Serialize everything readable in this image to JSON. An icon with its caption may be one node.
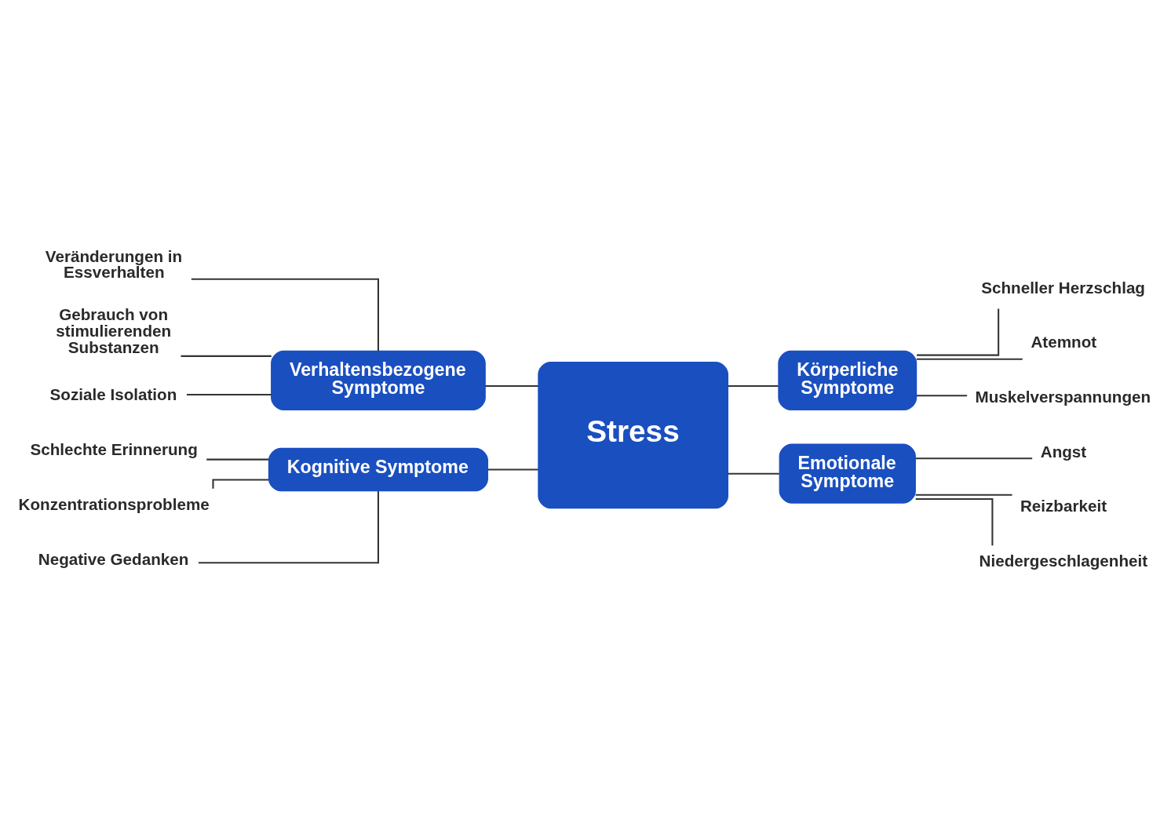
{
  "diagram": {
    "nodes": [
      {
        "text": [
          "Stress"
        ]
      },
      {
        "text": [
          "Verhaltensbezogene Symptome"
        ]
      },
      {
        "text": [
          "Veränderungen in Essverhalten"
        ]
      },
      {
        "text": [
          "Gebrauch von stimulierenden Substanzen"
        ]
      },
      {
        "text": [
          "Soziale Isolation"
        ]
      },
      {
        "text": [
          "Körperliche Symptome"
        ]
      },
      {
        "text": [
          "Schneller Herzschlag"
        ]
      },
      {
        "text": [
          "Atemnot"
        ]
      },
      {
        "text": [
          "Muskelverspannungen"
        ]
      },
      {
        "text": [
          "Kognitive Symptome"
        ]
      },
      {
        "text": [
          "Schlechte Erinnerung"
        ]
      },
      {
        "text": [
          "Konzentrationsprobleme"
        ]
      },
      {
        "text": [
          "Negative Gedanken"
        ]
      },
      {
        "text": [
          "Emotionale Symptome"
        ]
      },
      {
        "text": [
          "Angst"
        ]
      },
      {
        "text": [
          "Reizbarkeit"
        ]
      },
      {
        "text": [
          "Niedergeschlagenheit"
        ]
      }
    ],
    "edges": [
      {
        "from": 0,
        "to": 1,
        "arrow": "none"
      },
      {
        "from": 1,
        "to": 2,
        "arrow": "none"
      },
      {
        "from": 1,
        "to": 3,
        "arrow": "none"
      },
      {
        "from": 1,
        "to": 4,
        "arrow": "none"
      },
      {
        "from": 0,
        "to": 5,
        "arrow": "none"
      },
      {
        "from": 5,
        "to": 6,
        "arrow": "none"
      },
      {
        "from": 5,
        "to": 7,
        "arrow": "none"
      },
      {
        "from": 5,
        "to": 8,
        "arrow": "none"
      },
      {
        "from": 0,
        "to": 9,
        "arrow": "none"
      },
      {
        "from": 9,
        "to": 10,
        "arrow": "none"
      },
      {
        "from": 9,
        "to": 11,
        "arrow": "none"
      },
      {
        "from": 9,
        "to": 12,
        "arrow": "none"
      },
      {
        "from": 0,
        "to": 13,
        "arrow": "none"
      },
      {
        "from": 13,
        "to": 14,
        "arrow": "none"
      },
      {
        "from": 13,
        "to": 15,
        "arrow": "none"
      },
      {
        "from": 13,
        "to": 16,
        "arrow": "none"
      }
    ]
  }
}
